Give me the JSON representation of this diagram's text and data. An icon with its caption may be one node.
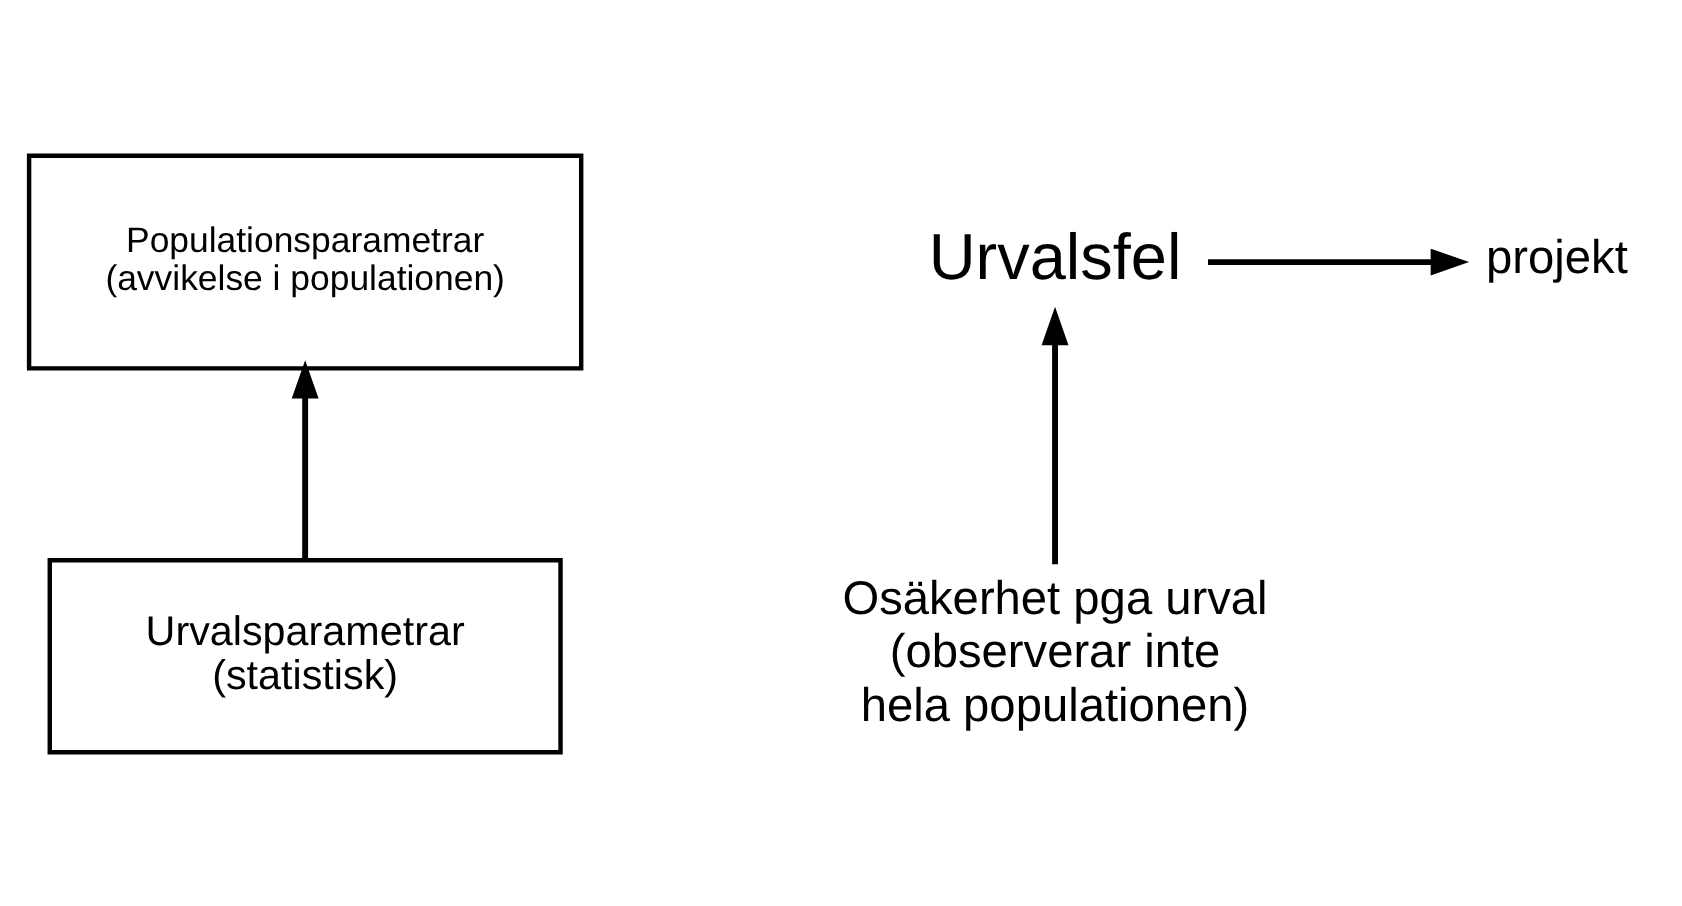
{
  "diagram": {
    "nodes": [
      {
        "text": [
          "Populationsparametrar (avvikelse i populationen)"
        ]
      },
      {
        "text": [
          "Urvalsparametrar (statistisk)"
        ]
      },
      {
        "text": [
          "projekt"
        ]
      },
      {
        "text": [
          "Urvalsfel"
        ]
      },
      {
        "text": [
          "Osäkerhet pga urval (observerar inte hela populationen)"
        ]
      }
    ],
    "edges": [
      {
        "from": 1,
        "to": 0,
        "arrow": "to"
      },
      {
        "from": 3,
        "to": 2,
        "arrow": "to"
      },
      {
        "from": 4,
        "to": 3,
        "arrow": "to"
      }
    ]
  }
}
